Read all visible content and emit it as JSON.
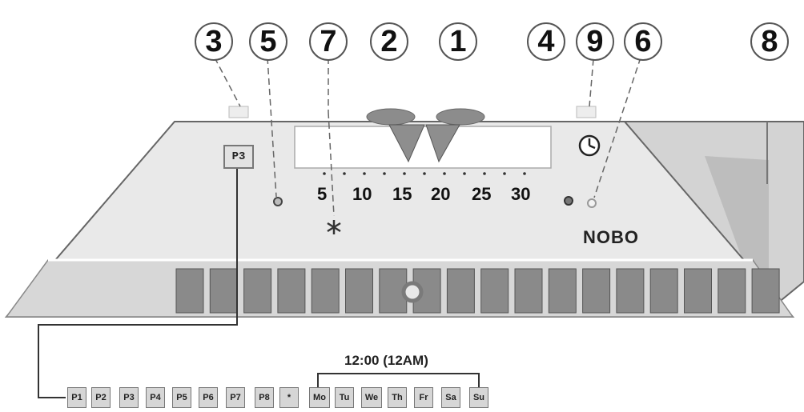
{
  "callouts": [
    "3",
    "5",
    "7",
    "2",
    "1",
    "4",
    "9",
    "6",
    "8"
  ],
  "scale": [
    "5",
    "10",
    "15",
    "20",
    "25",
    "30"
  ],
  "brand": "NOBO",
  "program_tag": "P3",
  "time_label": "12:00    (12AM)",
  "program_buttons": [
    "P1",
    "P2",
    "P3",
    "P4",
    "P5",
    "P6",
    "P7",
    "P8",
    "*",
    "Mo",
    "Tu",
    "We",
    "Th",
    "Fr",
    "Sa",
    "Su"
  ],
  "colors": {
    "body": "#e8e8e8",
    "side": "#d0d0d0",
    "grill": "#8a8a8a",
    "outline": "#666666"
  },
  "icons": {
    "snowflake": "snowflake-icon",
    "clock": "clock-icon"
  }
}
